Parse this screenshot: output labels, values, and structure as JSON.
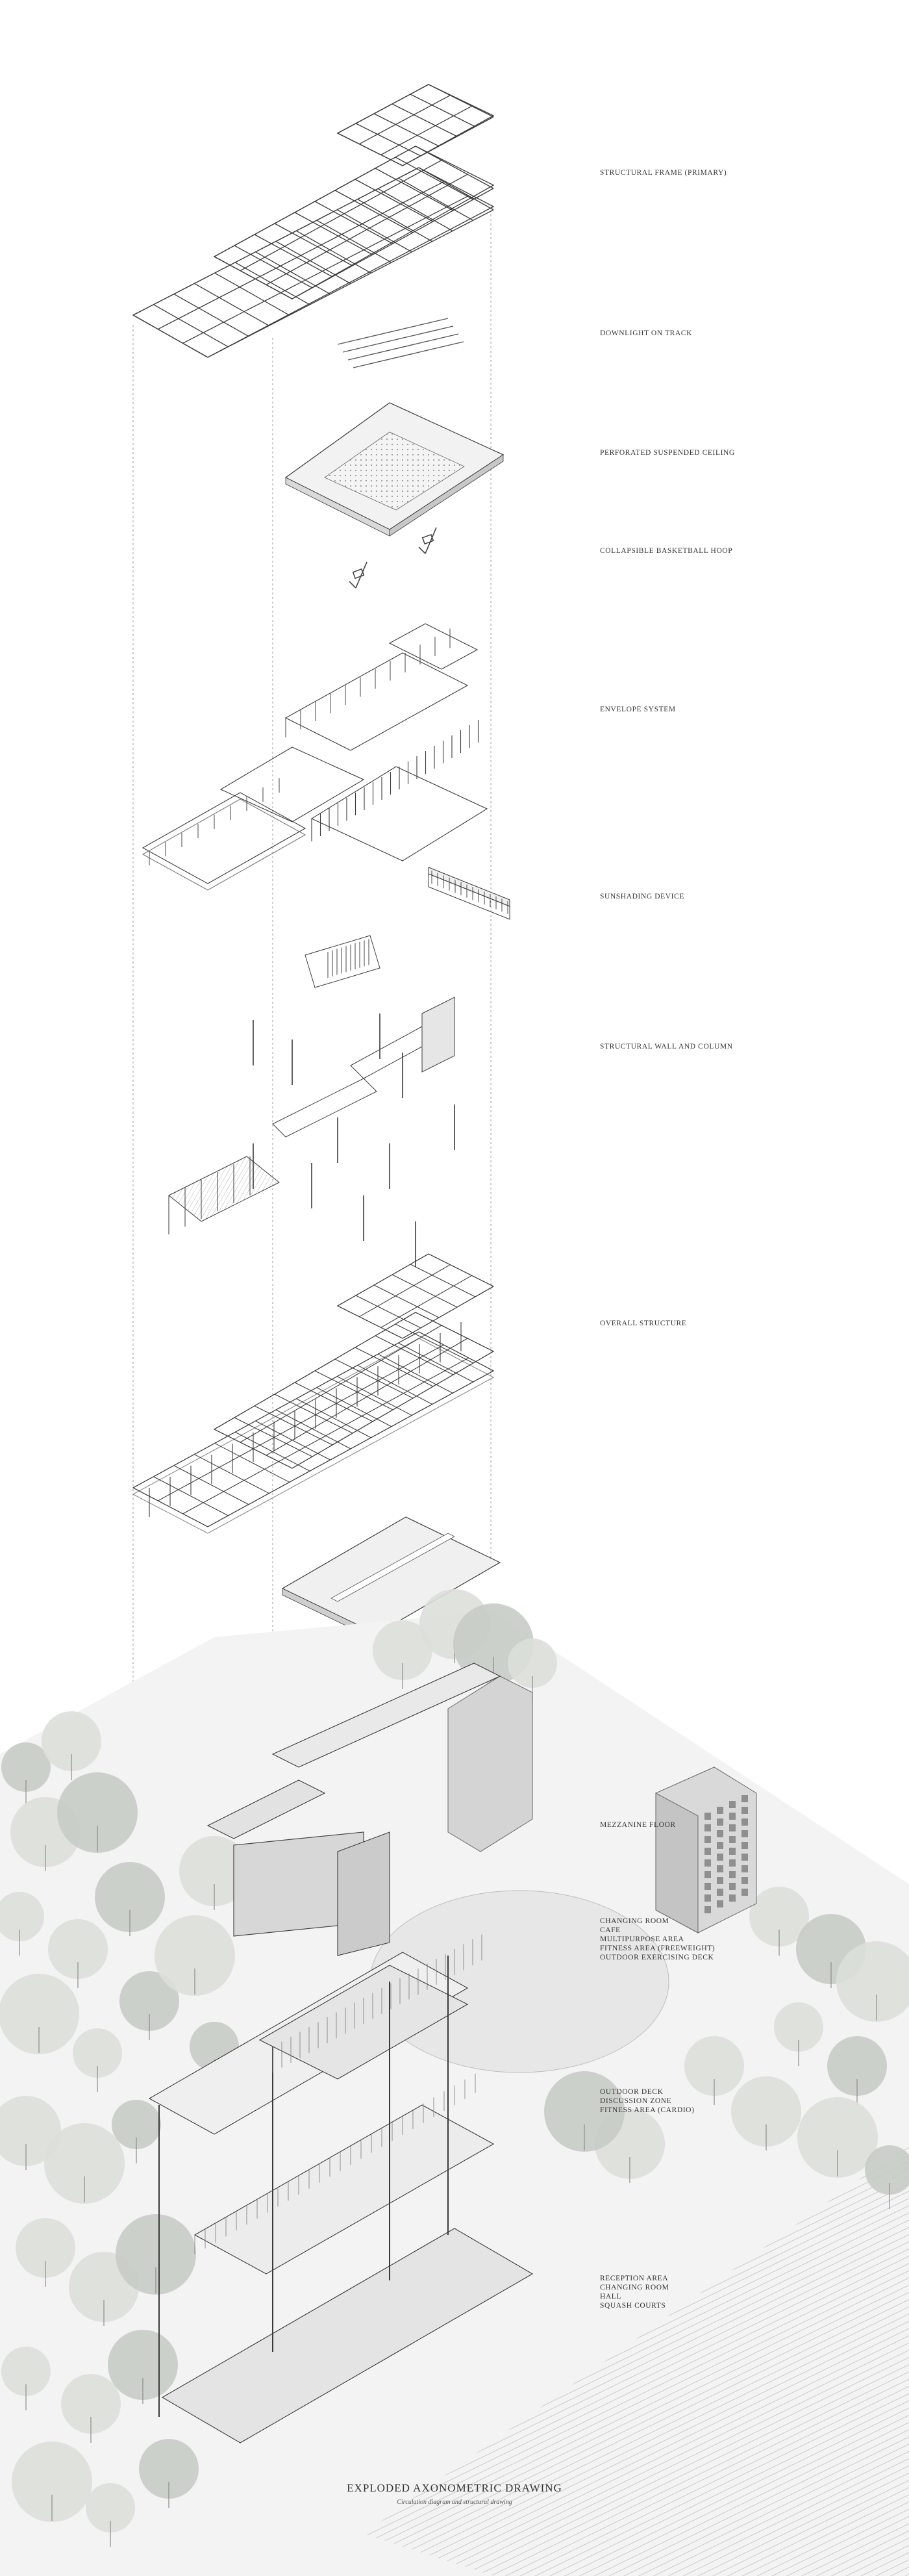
{
  "colors": {
    "line": "#3a3a3a",
    "lightLine": "#8a8a8a",
    "tree": "#cfd3cc",
    "treeDark": "#a9aea6",
    "ground": "#e4e4e4",
    "building": "#cfcfcf"
  },
  "labels": {
    "structural_frame": "STRUCTURAL FRAME (PRIMARY)",
    "downlight": "DOWNLIGHT ON TRACK",
    "ceiling": "PERFORATED SUSPENDED CEILING",
    "hoop": "COLLAPSIBLE BASKETBALL HOOP",
    "envelope": "ENVELOPE SYSTEM",
    "sunshading": "SUNSHADING DEVICE",
    "wall_column": "STRUCTURAL WALL AND COLUMN",
    "overall": "OVERALL STRUCTURE",
    "mezzanine": "MEZZANINE FLOOR",
    "level_upper": [
      "CHANGING ROOM",
      "CAFE",
      "MULTIPURPOSE AREA",
      "FITNESS AREA (FREEWEIGHT)",
      "OUTDOOR EXERCISING DECK"
    ],
    "level_mid": [
      "OUTDOOR DECK",
      "DISCUSSION ZONE",
      "FITNESS AREA (CARDIO)"
    ],
    "level_ground": [
      "RECEPTION AREA",
      "CHANGING ROOM",
      "HALL",
      "SQUASH COURTS"
    ]
  },
  "title": "EXPLODED AXONOMETRIC DRAWING",
  "subtitle": "Circulation diagram and structural drawing"
}
